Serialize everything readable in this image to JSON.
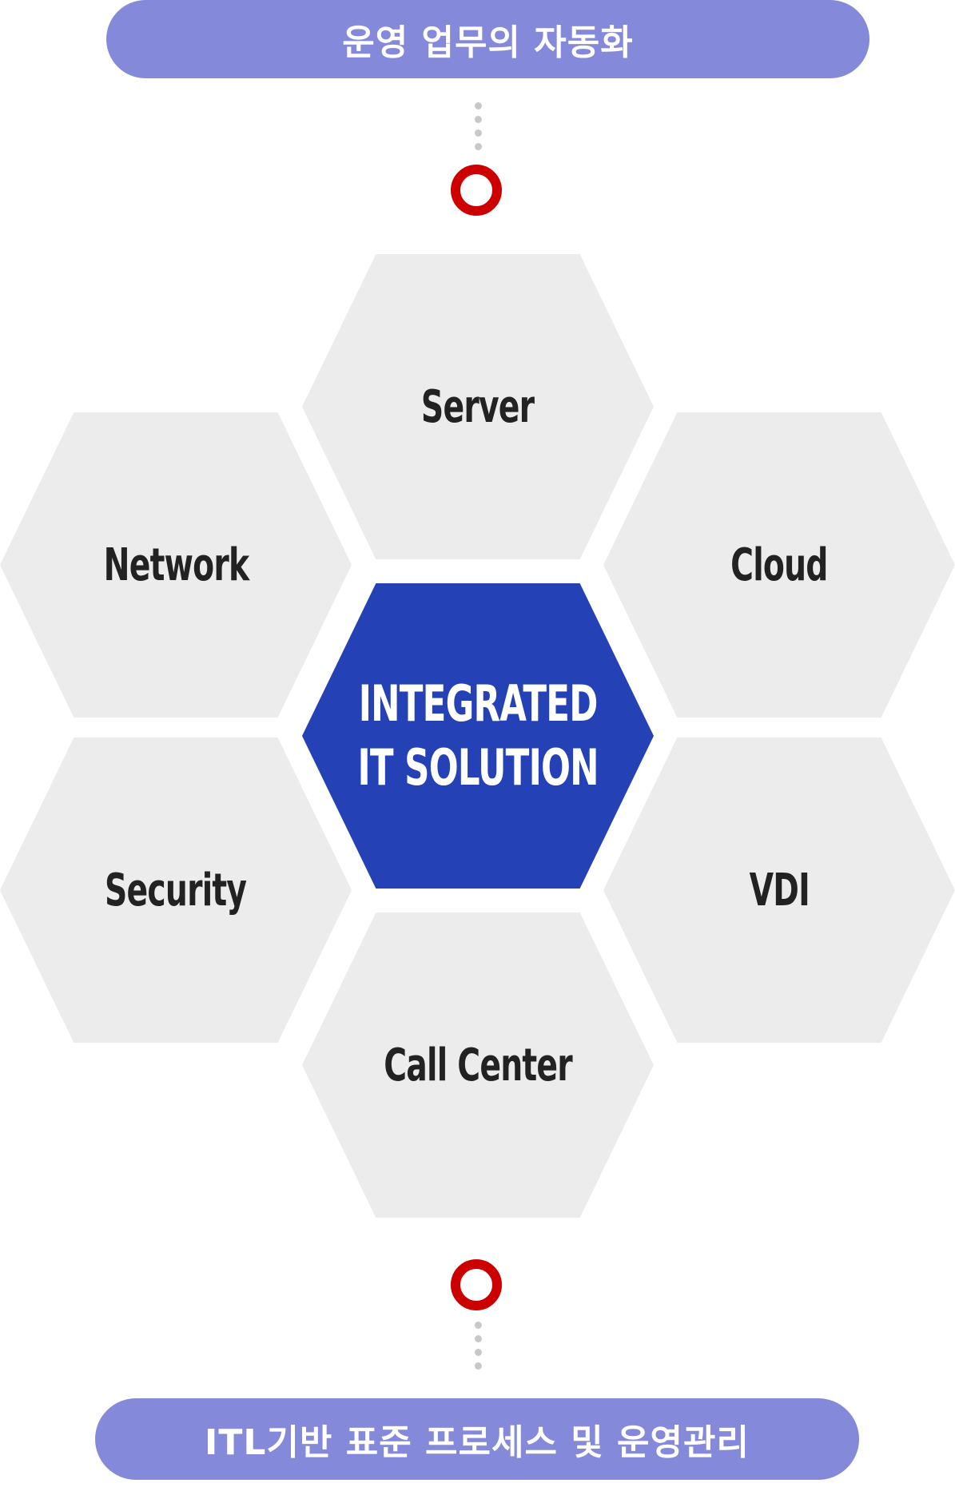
{
  "top_banner": {
    "text": "운영 업무의 자동화"
  },
  "bottom_banner": {
    "text": "ITL기반 표준 프로세스 및 운영관리"
  },
  "center": {
    "line1": "INTEGRATED",
    "line2": "IT SOLUTION"
  },
  "hexagons": {
    "server": "Server",
    "network": "Network",
    "cloud": "Cloud",
    "security": "Security",
    "vdi": "VDI",
    "call_center": "Call Center"
  },
  "colors": {
    "banner": "#8489d9",
    "center_hex": "#2441b6",
    "hex": "#ececec",
    "ring": "#cc0000",
    "connector_dots": "#c8c8c8"
  }
}
